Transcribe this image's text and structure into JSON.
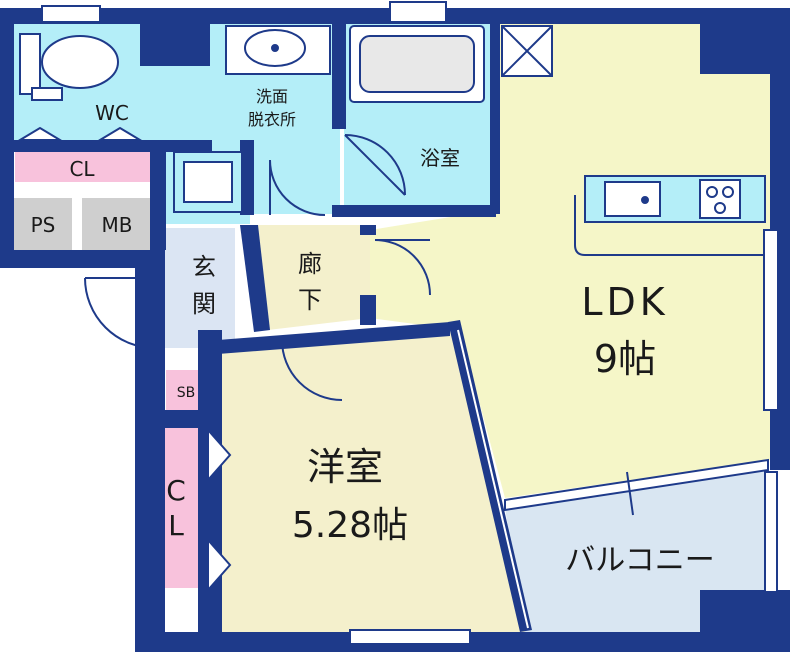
{
  "colors": {
    "wall": "#1e3a8a",
    "wet_area": "#b4eef8",
    "ldk": "#f5f6c8",
    "bedroom": "#f4f0cc",
    "entrance": "#dbe5f3",
    "closet": "#f8c2dc",
    "balcony": "#d9e6f2",
    "shaft": "#cfcfcf"
  },
  "rooms": {
    "wc": "WC",
    "washroom_line1": "洗面",
    "washroom_line2": "脱衣所",
    "bath": "浴室",
    "closet_top": "CL",
    "ps": "PS",
    "mb": "MB",
    "entrance_line1": "玄",
    "entrance_line2": "関",
    "hall_line1": "廊",
    "hall_line2": "下",
    "sb": "SB",
    "ldk_name": "LDK",
    "ldk_size": "9帖",
    "bedroom_name": "洋室",
    "bedroom_size": "5.28帖",
    "closet_side_line1": "C",
    "closet_side_line2": "L",
    "balcony": "バルコニー"
  },
  "icons": {
    "toilet": "toilet-icon",
    "sink": "washbasin-icon",
    "bathtub": "bathtub-icon",
    "washer": "washing-machine-pan-icon",
    "kitchen_sink": "kitchen-sink-icon",
    "stove": "gas-stove-icon",
    "fridge": "refrigerator-space-icon"
  }
}
